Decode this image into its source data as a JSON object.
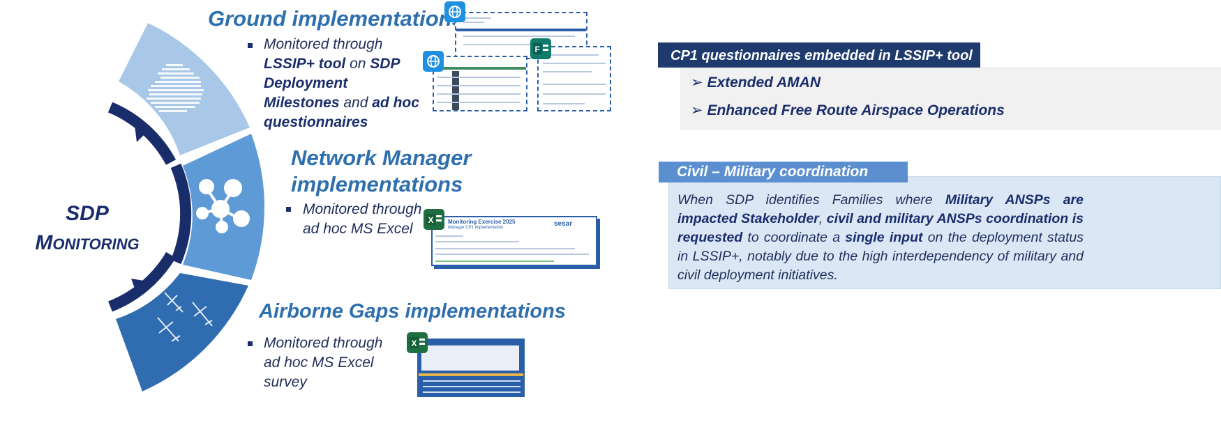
{
  "hub": {
    "line1": "SDP",
    "line2_initial": "M",
    "line2_rest": "ONITORING"
  },
  "colors": {
    "navy": "#1a2d6b",
    "accent_blue": "#2e6fad",
    "ring_light": "#a9c8e8",
    "ring_mid": "#5e9bd6",
    "ring_dark": "#2f6db0",
    "tag_navy": "#1f3b6e",
    "tag_blue": "#5b8fd0",
    "panel_grey": "#f1f1f1",
    "panel_blue": "#dce7f5"
  },
  "segments": [
    {
      "icon": "europe-map-icon"
    },
    {
      "icon": "network-icon"
    },
    {
      "icon": "airplanes-icon"
    }
  ],
  "ground": {
    "title": "Ground implementations",
    "b1": "Monitored through ",
    "b2": "LSSIP+ tool",
    "b3": " on ",
    "b4": "SDP Deployment Milestones",
    "b5": " and ",
    "b6": "ad hoc questionnaires"
  },
  "nm": {
    "title_line1": "Network Manager",
    "title_line2": "implementations",
    "b1": "Monitored through",
    "b2": "ad hoc MS Excel"
  },
  "airborne": {
    "title": "Airborne Gaps implementations",
    "b1": "Monitored through",
    "b2": "ad hoc MS Excel",
    "b3": "survey"
  },
  "cp1": {
    "tag": "CP1 questionnaires  embedded in LSSIP+ tool",
    "items": [
      "Extended AMAN",
      "Enhanced Free Route Airspace Operations"
    ]
  },
  "civil": {
    "tag": "Civil – Military coordination",
    "t1": "When SDP identifies Families where ",
    "t2": "Military ANSPs are impacted Stakeholder",
    "t3": ", ",
    "t4": "civil and military ANSPs coordination is requested",
    "t5": " to coordinate a ",
    "t6": "single input",
    "t7": " on the deployment status in LSSIP+, notably due to the high interdependency of military and civil deployment initiatives."
  },
  "excel_shot": {
    "title": "Monitoring Exercise 2025",
    "subtitle": "Manager CP1 implementation",
    "logo": "sesar"
  }
}
